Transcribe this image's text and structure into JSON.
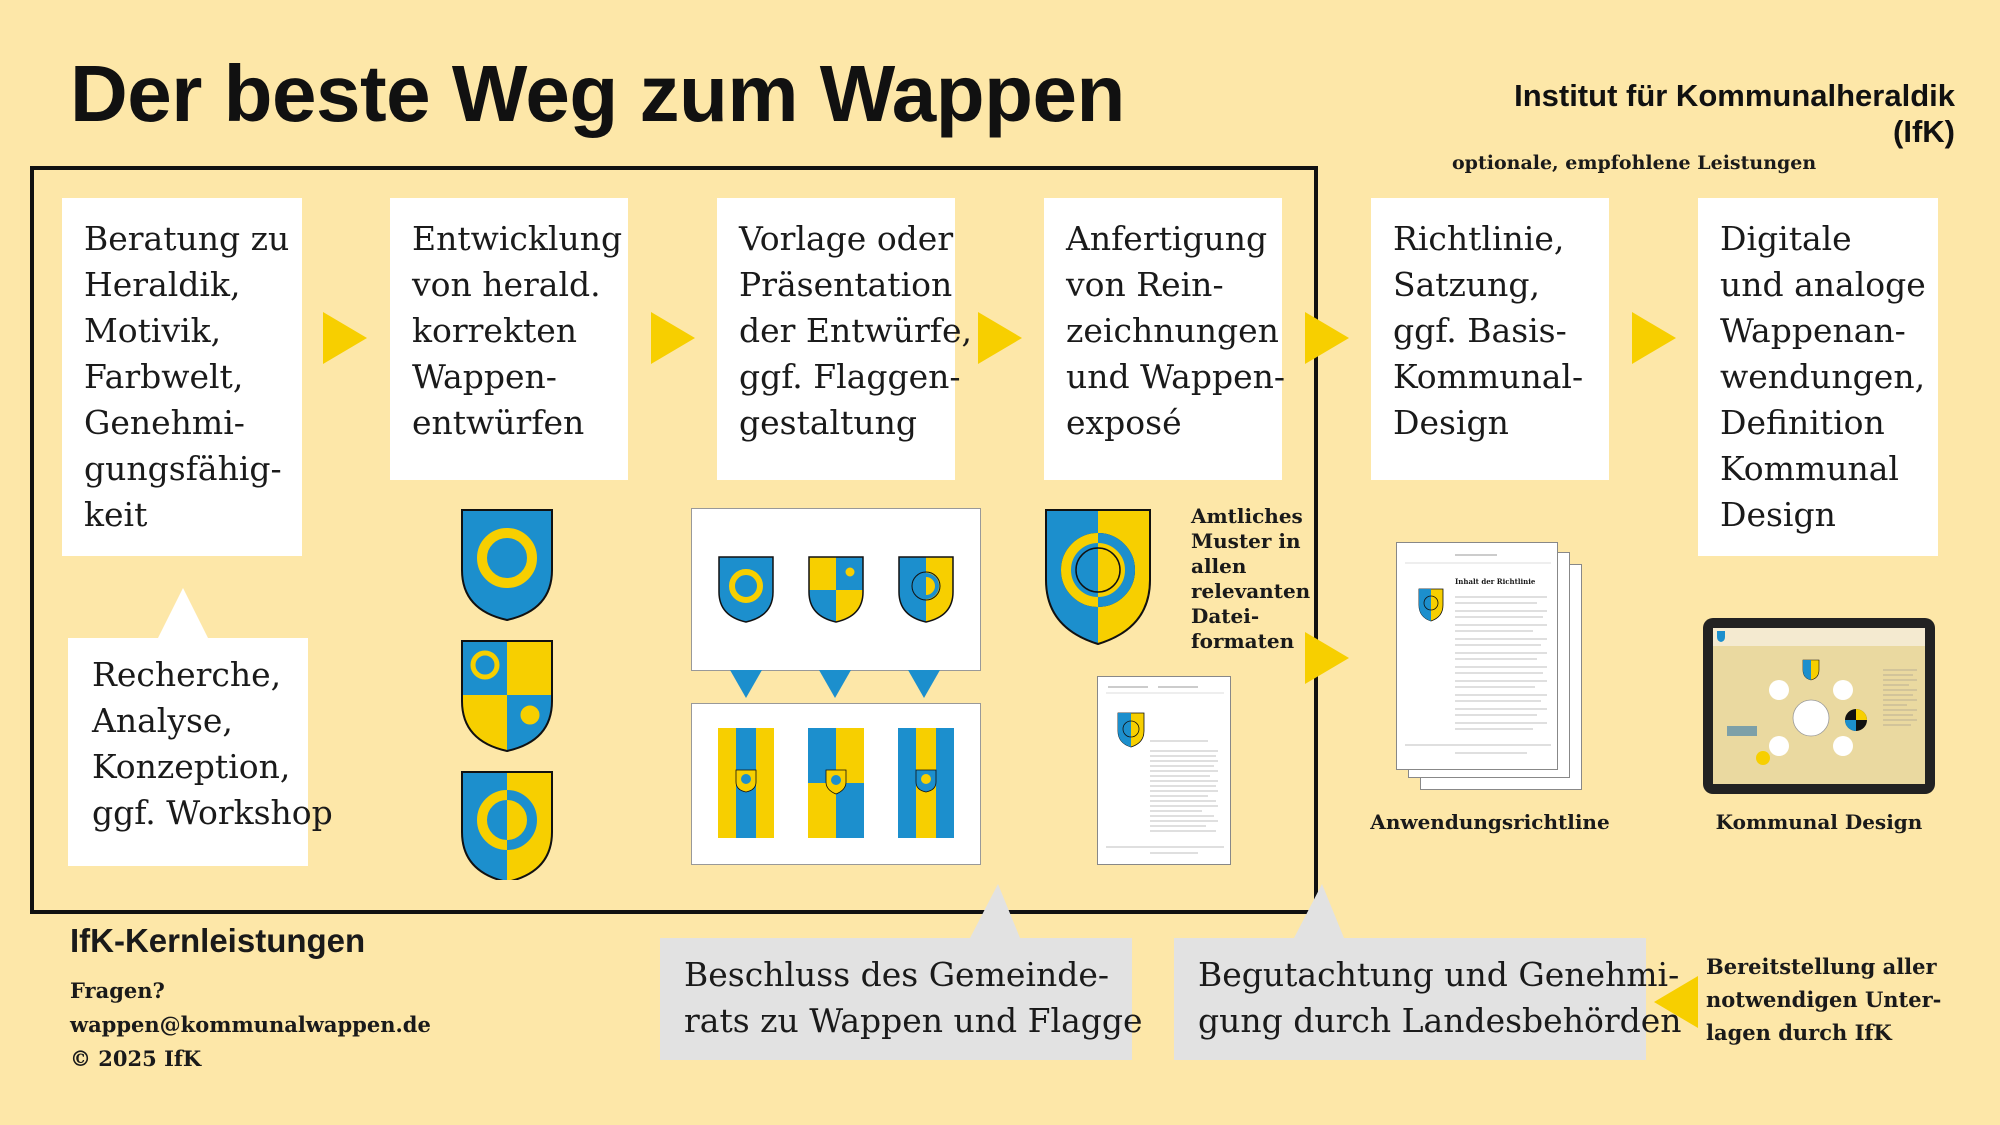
{
  "header": {
    "title": "Der beste Weg zum Wappen",
    "organization": "Institut für Kommunalheraldik (IfK)",
    "optional_label": "optionale, empfohlene Leistungen"
  },
  "steps": [
    {
      "lines": [
        "Beratung zu",
        "Heraldik,",
        "Motivik,",
        "Farbwelt,",
        "Genehmi-",
        "gungsfähig-",
        "keit"
      ]
    },
    {
      "lines": [
        "Entwicklung",
        "von herald.",
        "korrekten",
        "Wappen-",
        "entwürfen"
      ]
    },
    {
      "lines": [
        "Vorlage oder",
        "Präsentation",
        "der Entwürfe,",
        "ggf. Flaggen-",
        "gestaltung"
      ]
    },
    {
      "lines": [
        "Anfertigung",
        "von Rein-",
        "zeichnungen",
        "und Wappen-",
        "exposé"
      ]
    },
    {
      "lines": [
        "Richtlinie,",
        "Satzung,",
        "ggf. Basis-",
        "Kommunal-",
        "Design"
      ]
    },
    {
      "lines": [
        "Digitale",
        "und analoge",
        "Wappenan-",
        "wendungen,",
        "Definition",
        "Kommunal",
        "Design"
      ]
    }
  ],
  "research": {
    "lines": [
      "Recherche,",
      "Analyse,",
      "Konzeption,",
      "ggf. Workshop"
    ]
  },
  "official": {
    "lines": [
      "Amtliches",
      "Muster  in",
      "allen",
      "relevanten",
      "Datei-",
      "formaten"
    ]
  },
  "captions": {
    "guideline": "Anwendungsrichtline",
    "design": "Kommunal Design"
  },
  "guideline_doc": {
    "heading": "Inhalt der Richtlinie"
  },
  "decisions": {
    "council": [
      "Beschluss des Gemeinde-",
      "rats zu Wappen und Flagge"
    ],
    "approval": [
      "Begutachtung und Genehmi-",
      "gung durch Landesbehörden"
    ]
  },
  "provision": {
    "lines": [
      "Bereitstellung aller",
      "notwendigen Unter-",
      "lagen durch IfK"
    ]
  },
  "footer": {
    "core": "IfK-Kernleistungen",
    "questions": "Fragen?",
    "email": "wappen@kommunalwappen.de",
    "copyright": "© 2025 IfK"
  },
  "colors": {
    "background": "#fde7a8",
    "blue": "#1c8fcd",
    "yellow": "#f7cf00",
    "arrow": "#f7cf00"
  }
}
